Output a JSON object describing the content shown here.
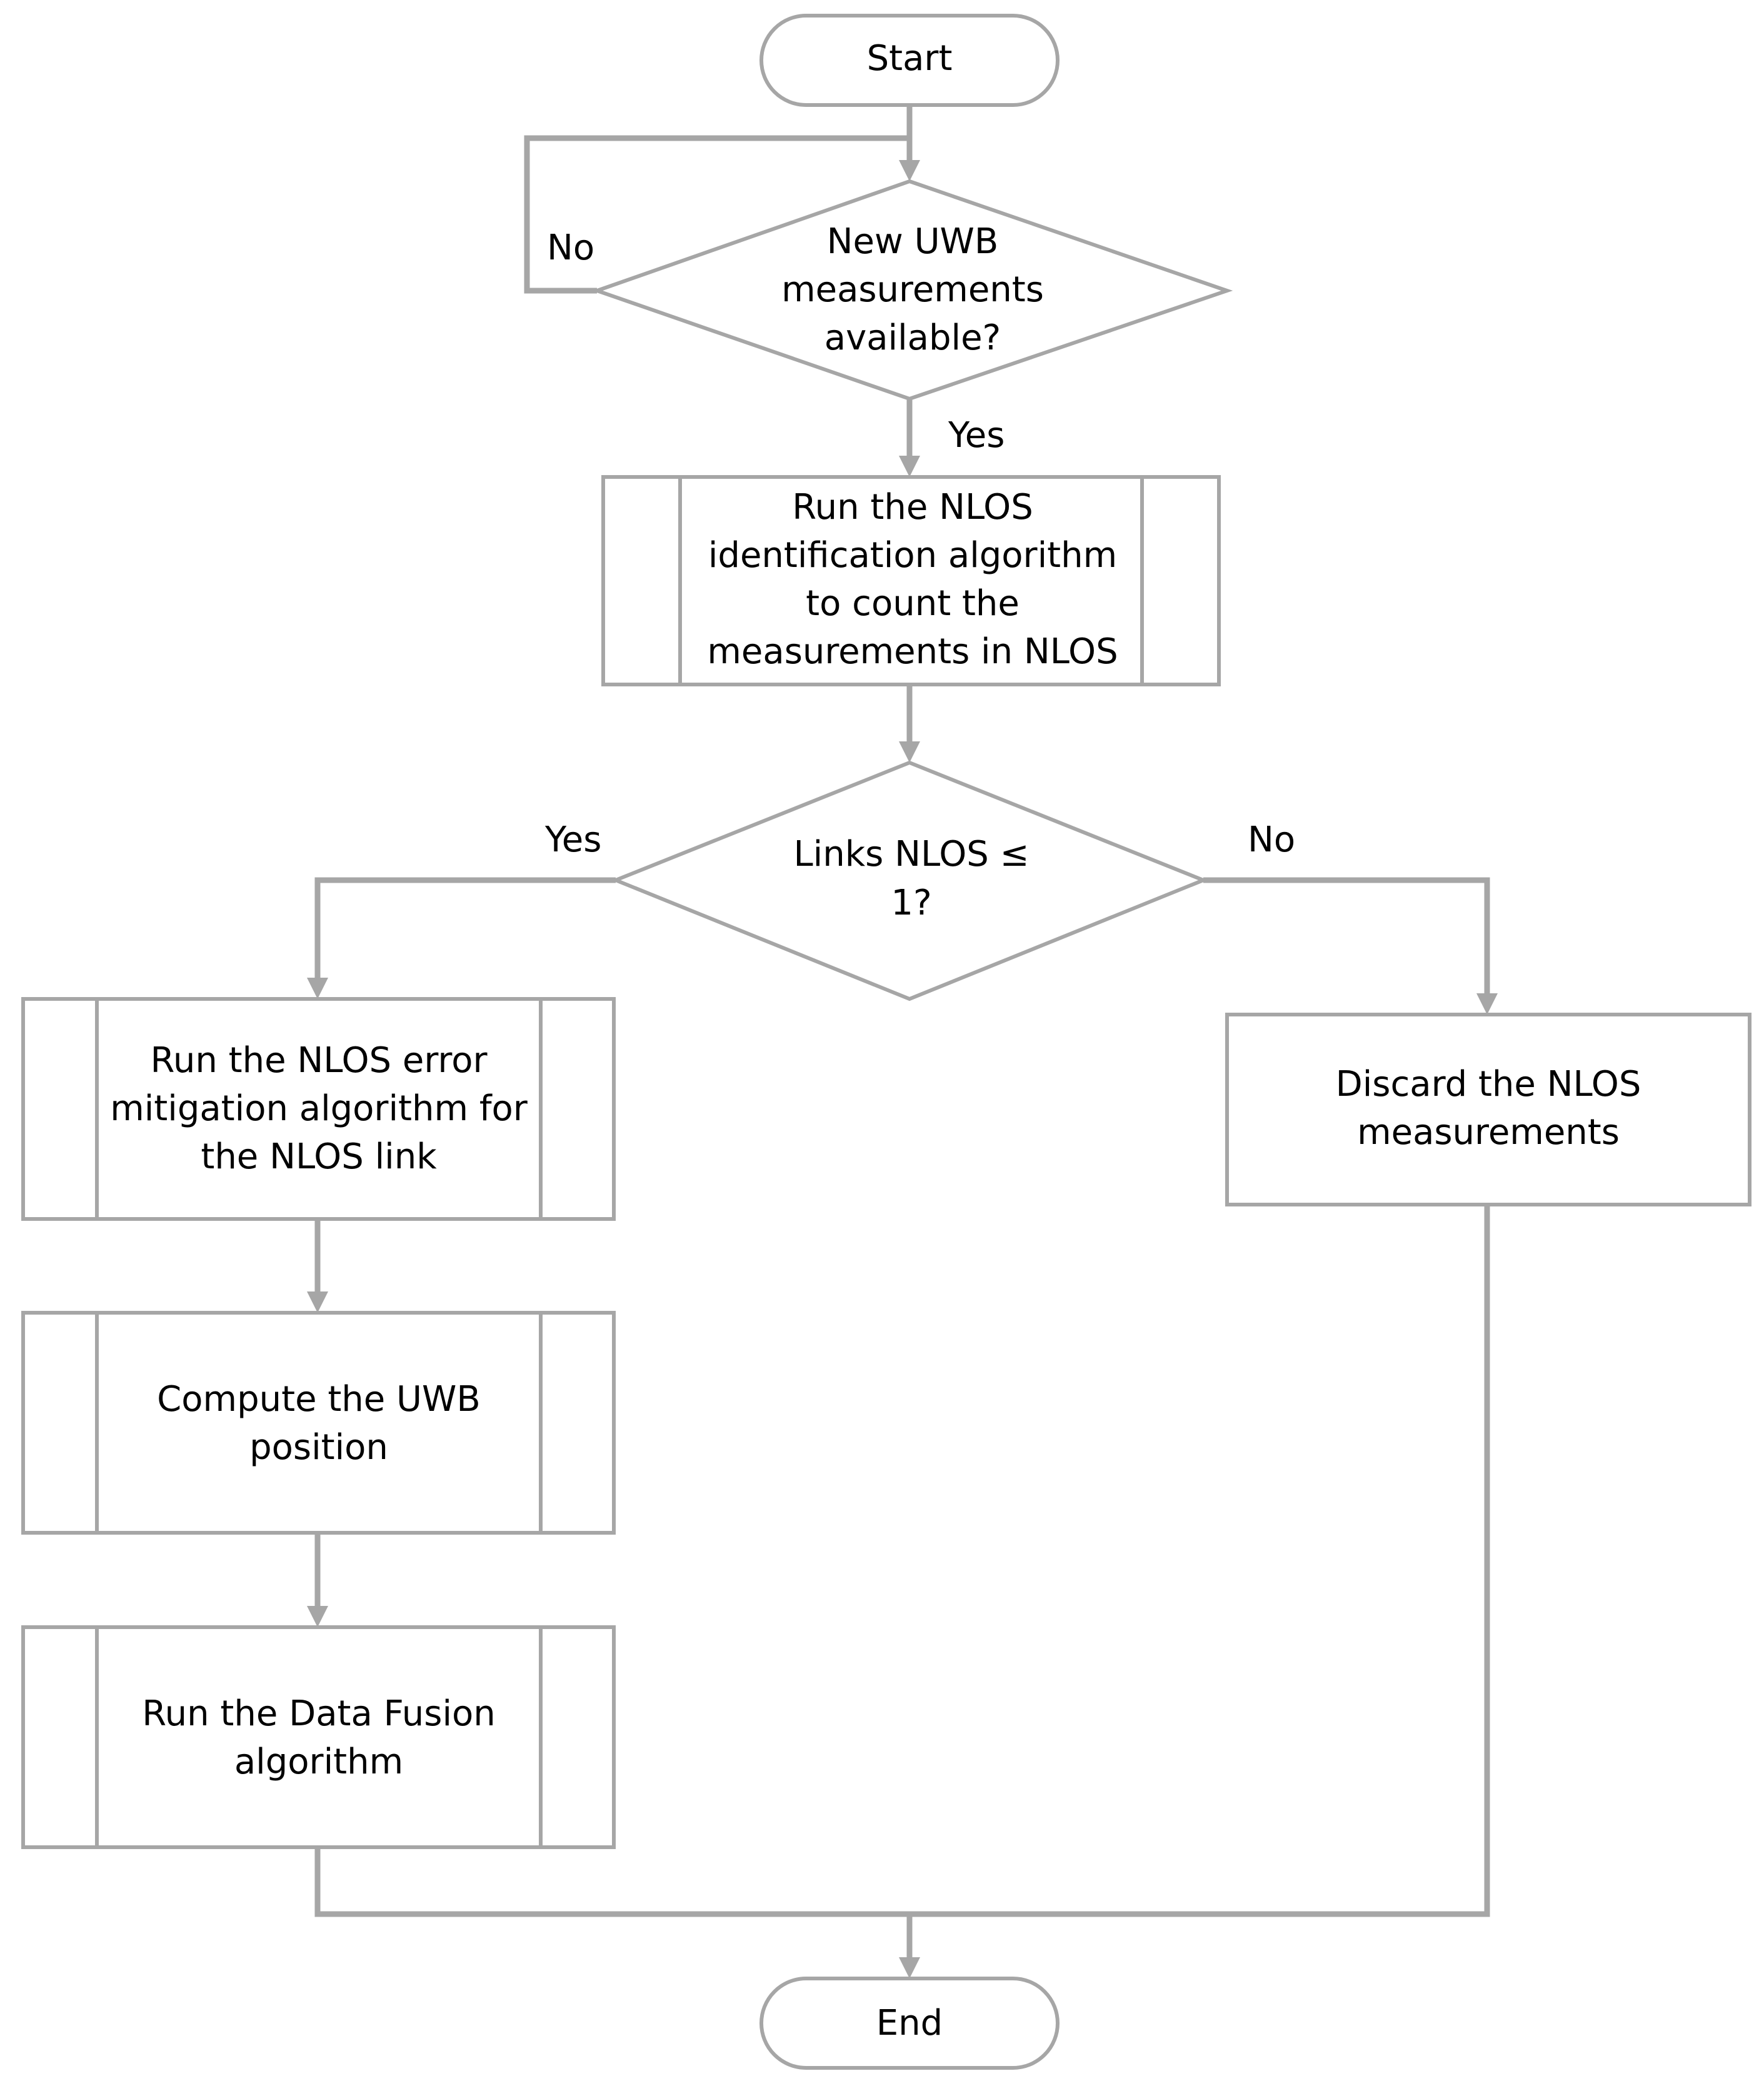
{
  "nodes": {
    "start": "Start",
    "decision_new": [
      "New UWB",
      "measurements",
      "available?"
    ],
    "nlos_identification": [
      "Run the NLOS",
      "identification algorithm",
      "to count the",
      "measurements in NLOS"
    ],
    "decision_links": [
      "Links NLOS ≤",
      "1?"
    ],
    "error_mitigation": [
      "Run the NLOS error",
      "mitigation algorithm for",
      "the NLOS link"
    ],
    "compute_position": [
      "Compute the UWB",
      "position"
    ],
    "data_fusion": [
      "Run the Data Fusion",
      "algorithm"
    ],
    "discard": [
      "Discard the NLOS",
      "measurements"
    ],
    "end": "End"
  },
  "edge_labels": {
    "loop_no": "No",
    "yes_down": "Yes",
    "branch_yes": "Yes",
    "branch_no": "No"
  },
  "colors": {
    "stroke": "#a6a6a6",
    "text": "#000000",
    "background": "#ffffff"
  }
}
